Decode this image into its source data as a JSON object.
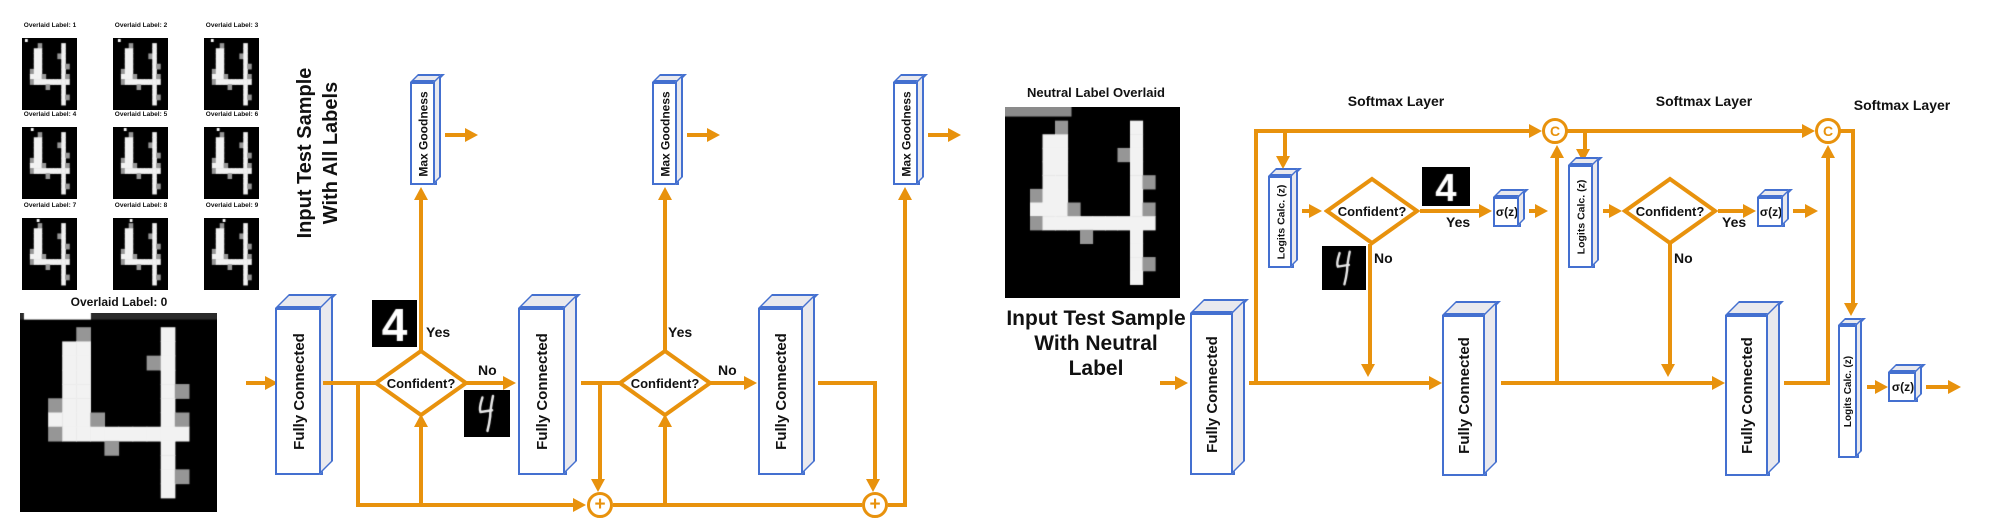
{
  "digit": "4",
  "colors": {
    "flow": "#E8920D",
    "box_border": "#4470D0",
    "box_face": "#FFFFFF",
    "box_side": "#E9E9EE"
  },
  "left": {
    "grid": [
      "Overlaid Label: 1",
      "Overlaid Label: 2",
      "Overlaid Label: 3",
      "Overlaid Label: 4",
      "Overlaid Label: 5",
      "Overlaid Label: 6",
      "Overlaid Label: 7",
      "Overlaid Label: 8",
      "Overlaid Label: 9"
    ],
    "sample_caption": "Overlaid Label: 0",
    "title": [
      "Input Test Sample",
      "With All Labels"
    ],
    "fc": "Fully Connected",
    "mg": "Max Goodness",
    "confident": "Confident?",
    "yes": "Yes",
    "no": "No",
    "sum": "+"
  },
  "right": {
    "neutral_caption": "Neutral Label Overlaid",
    "title": [
      "Input Test Sample",
      "With Neutral Label"
    ],
    "softmax": "Softmax Layer",
    "fc": "Fully Connected",
    "logits": "Logits Calc. (z)",
    "sigma": "σ(z)",
    "confident": "Confident?",
    "yes": "Yes",
    "no": "No",
    "concat": "C"
  }
}
